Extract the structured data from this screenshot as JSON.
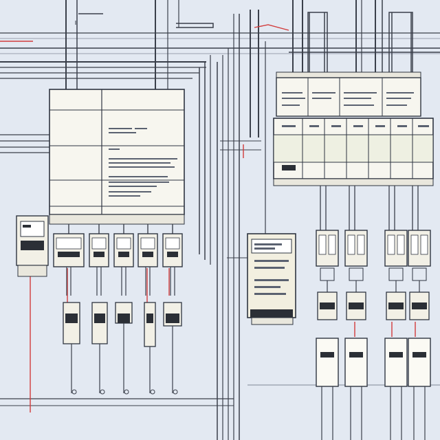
{
  "diagram": {
    "palette": {
      "background": "#e3e9f2",
      "wire": "#3a3f4a",
      "wire_light": "#7f8796",
      "live_wire": "#d23a3a",
      "panel_fill": "#f7f6ef",
      "panel_stroke": "#2e3440",
      "device_fill": "#f2f0e6",
      "device_dark": "#2b2f36",
      "text_stub": "#5a6170"
    },
    "components": [
      {
        "kind": "main-distribution-panel"
      },
      {
        "kind": "upper-breaker-rail"
      },
      {
        "kind": "lower-breaker-rail"
      },
      {
        "kind": "meter-box-left"
      },
      {
        "kind": "breaker"
      },
      {
        "kind": "breaker"
      },
      {
        "kind": "breaker"
      },
      {
        "kind": "breaker"
      },
      {
        "kind": "breaker"
      },
      {
        "kind": "fuse"
      },
      {
        "kind": "fuse"
      },
      {
        "kind": "fuse"
      },
      {
        "kind": "fuse"
      },
      {
        "kind": "fuse"
      },
      {
        "kind": "control-unit-center"
      },
      {
        "kind": "contactor"
      },
      {
        "kind": "contactor"
      },
      {
        "kind": "contactor"
      },
      {
        "kind": "contactor"
      },
      {
        "kind": "terminal-block"
      },
      {
        "kind": "terminal-block"
      },
      {
        "kind": "terminal-block"
      },
      {
        "kind": "terminal-block"
      },
      {
        "kind": "outlet-module"
      },
      {
        "kind": "outlet-module"
      },
      {
        "kind": "outlet-module"
      },
      {
        "kind": "outlet-module"
      }
    ]
  }
}
